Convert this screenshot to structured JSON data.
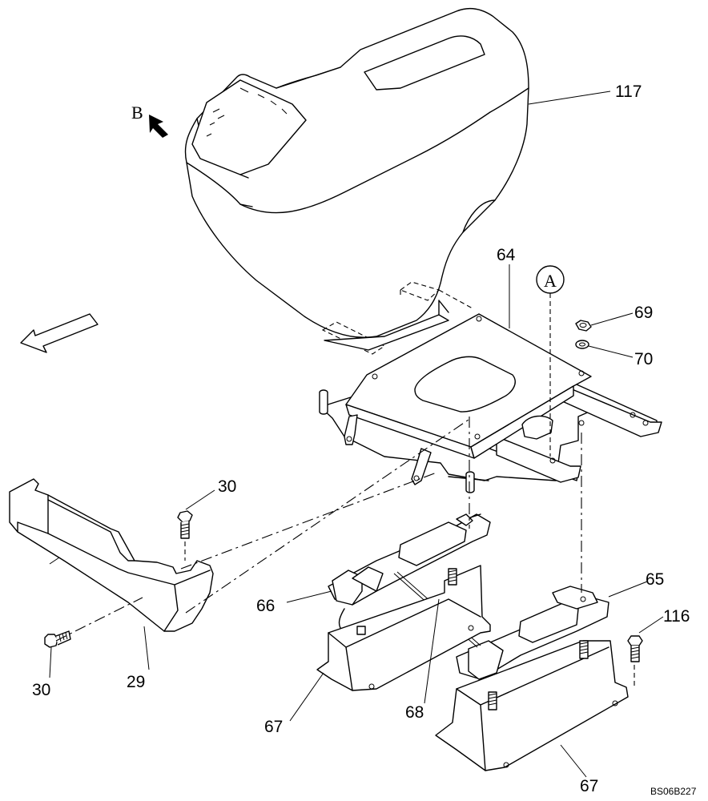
{
  "view_label": "B",
  "detail_label": "A",
  "drawing_code": "BS06B227",
  "parts": [
    {
      "id": "p117",
      "number": "117"
    },
    {
      "id": "p64",
      "number": "64"
    },
    {
      "id": "p69",
      "number": "69"
    },
    {
      "id": "p70",
      "number": "70"
    },
    {
      "id": "p30a",
      "number": "30"
    },
    {
      "id": "p30b",
      "number": "30"
    },
    {
      "id": "p29",
      "number": "29"
    },
    {
      "id": "p65",
      "number": "65"
    },
    {
      "id": "p66",
      "number": "66"
    },
    {
      "id": "p68",
      "number": "68"
    },
    {
      "id": "p67a",
      "number": "67"
    },
    {
      "id": "p67b",
      "number": "67"
    },
    {
      "id": "p116",
      "number": "116"
    }
  ]
}
